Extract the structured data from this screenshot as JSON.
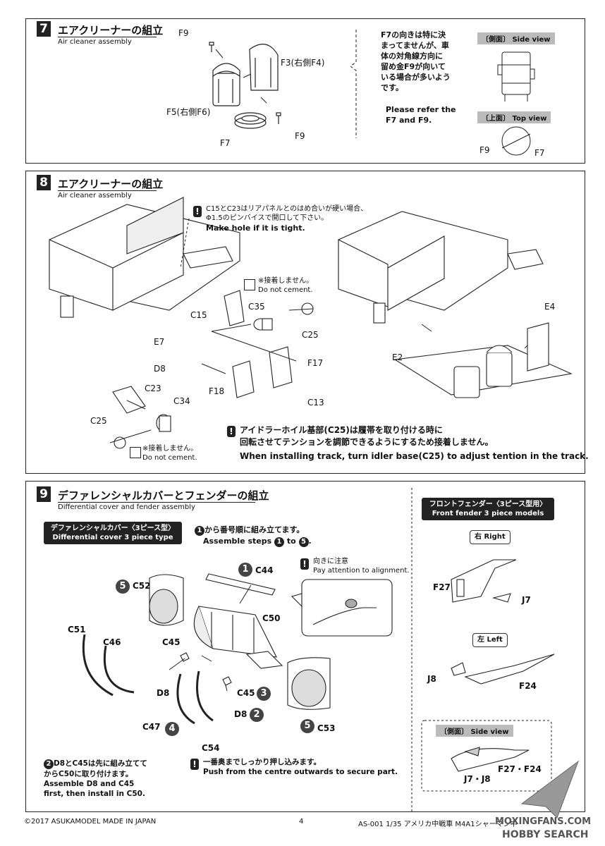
{
  "step7": {
    "number": "7",
    "title_jp": "エアクリーナーの組立",
    "title_en": "Air cleaner assembly",
    "parts": {
      "f9_top": "F9",
      "f3": "F3(右側F4)",
      "f5": "F5(右側F6)",
      "f7": "F7",
      "f9_bottom": "F9"
    },
    "note_jp": [
      "F7の向きは特に決",
      "まってませんが、車",
      "体の対角線方向に",
      "留め金F9が向いて",
      "いる場合が多いよう",
      "です。"
    ],
    "note_en": [
      "Please refer the",
      "F7 and F9."
    ],
    "side_view_jp": "〔側面〕",
    "side_view_en": "Side view",
    "top_view_jp": "〔上面〕",
    "top_view_en": "Top view",
    "top_view_parts": {
      "f9": "F9",
      "f7": "F7"
    }
  },
  "step8": {
    "number": "8",
    "title_jp": "エアクリーナーの組立",
    "title_en": "Air cleaner assembly",
    "warning1_jp": [
      "C15とC23はリアパネルとのはめ合いが硬い場合、",
      "Φ1.5のピンバイスで開口して下さい。"
    ],
    "warning1_en": "Make hole if it is tight.",
    "no_cement_jp": "※接着しません。",
    "no_cement_en": "Do not cement.",
    "parts_left": {
      "c15": "C15",
      "c35": "C35",
      "c25": "C25",
      "e7": "E7",
      "d8": "D8",
      "f17": "F17",
      "c23": "C23",
      "c34": "C34",
      "f18": "F18",
      "c13": "C13",
      "c25b": "C25"
    },
    "parts_right": {
      "e4": "E4",
      "e2": "E2"
    },
    "warning2_jp": [
      "アイドラーホイル基部(C25)は履帯を取り付ける時に",
      "回転させてテンションを調節できるようにするため接着しません。"
    ],
    "warning2_en": "When installing track, turn idler base(C25) to adjust tention in the track."
  },
  "step9": {
    "number": "9",
    "title_jp": "デファレンシャルカバーとフェンダーの組立",
    "title_en": "Differential cover and fender assembly",
    "diff_box_jp": "デファレンシャルカバー〈3ピース型〉",
    "diff_box_en": "Differential cover 3 piece type",
    "order_jp": "から番号順に組み立てます。",
    "order_en_a": "Assemble steps",
    "order_en_b": "to",
    "order_num1": "1",
    "order_num5": "5",
    "attention_jp": "向きに注意",
    "attention_en": "Pay attention to alignment.",
    "side_view_jp": "〔側面〕",
    "side_view_en": "Side view",
    "parts": {
      "c44": "C44",
      "c52": "C52",
      "c50": "C50",
      "c51": "C51",
      "c46": "C46",
      "c45a": "C45",
      "d8a": "D8",
      "c45b": "C45",
      "d8b": "D8",
      "c47": "C47",
      "c53": "C53",
      "c54": "C54"
    },
    "step_nums": {
      "s1": "1",
      "s2": "2",
      "s3": "3",
      "s4": "4",
      "s5a": "5",
      "s5b": "5"
    },
    "note_d8_jp": [
      "D8とC45は先に組み立てて",
      "からC50に取り付けます。"
    ],
    "note_d8_en": [
      "Assemble D8 and C45",
      "first, then install in C50."
    ],
    "note_push_jp": "一番奥までしっかり押し込みます。",
    "note_push_en": "Push from the centre outwards to secure part.",
    "fender_box_jp": "フロントフェンダー〈3ピース型用〉",
    "fender_box_en": "Front fender 3 piece models",
    "right_label": "右 Right",
    "left_label": "左 Left",
    "fender_parts": {
      "f27": "F27",
      "j7": "J7",
      "j8": "J8",
      "f24": "F24",
      "f27f24": "F27・F24",
      "j7j8": "J7・J8"
    },
    "fender_side_jp": "〔側面〕",
    "fender_side_en": "Side view"
  },
  "footer": {
    "copyright": "©2017 ASUKAMODEL   MADE IN JAPAN",
    "page": "4",
    "product": "AS-001 1/35 アメリカ中戦車 M4A1シャーマン中",
    "watermark1": "MOXINGFANS.COM",
    "watermark2": "HOBBY SEARCH"
  }
}
